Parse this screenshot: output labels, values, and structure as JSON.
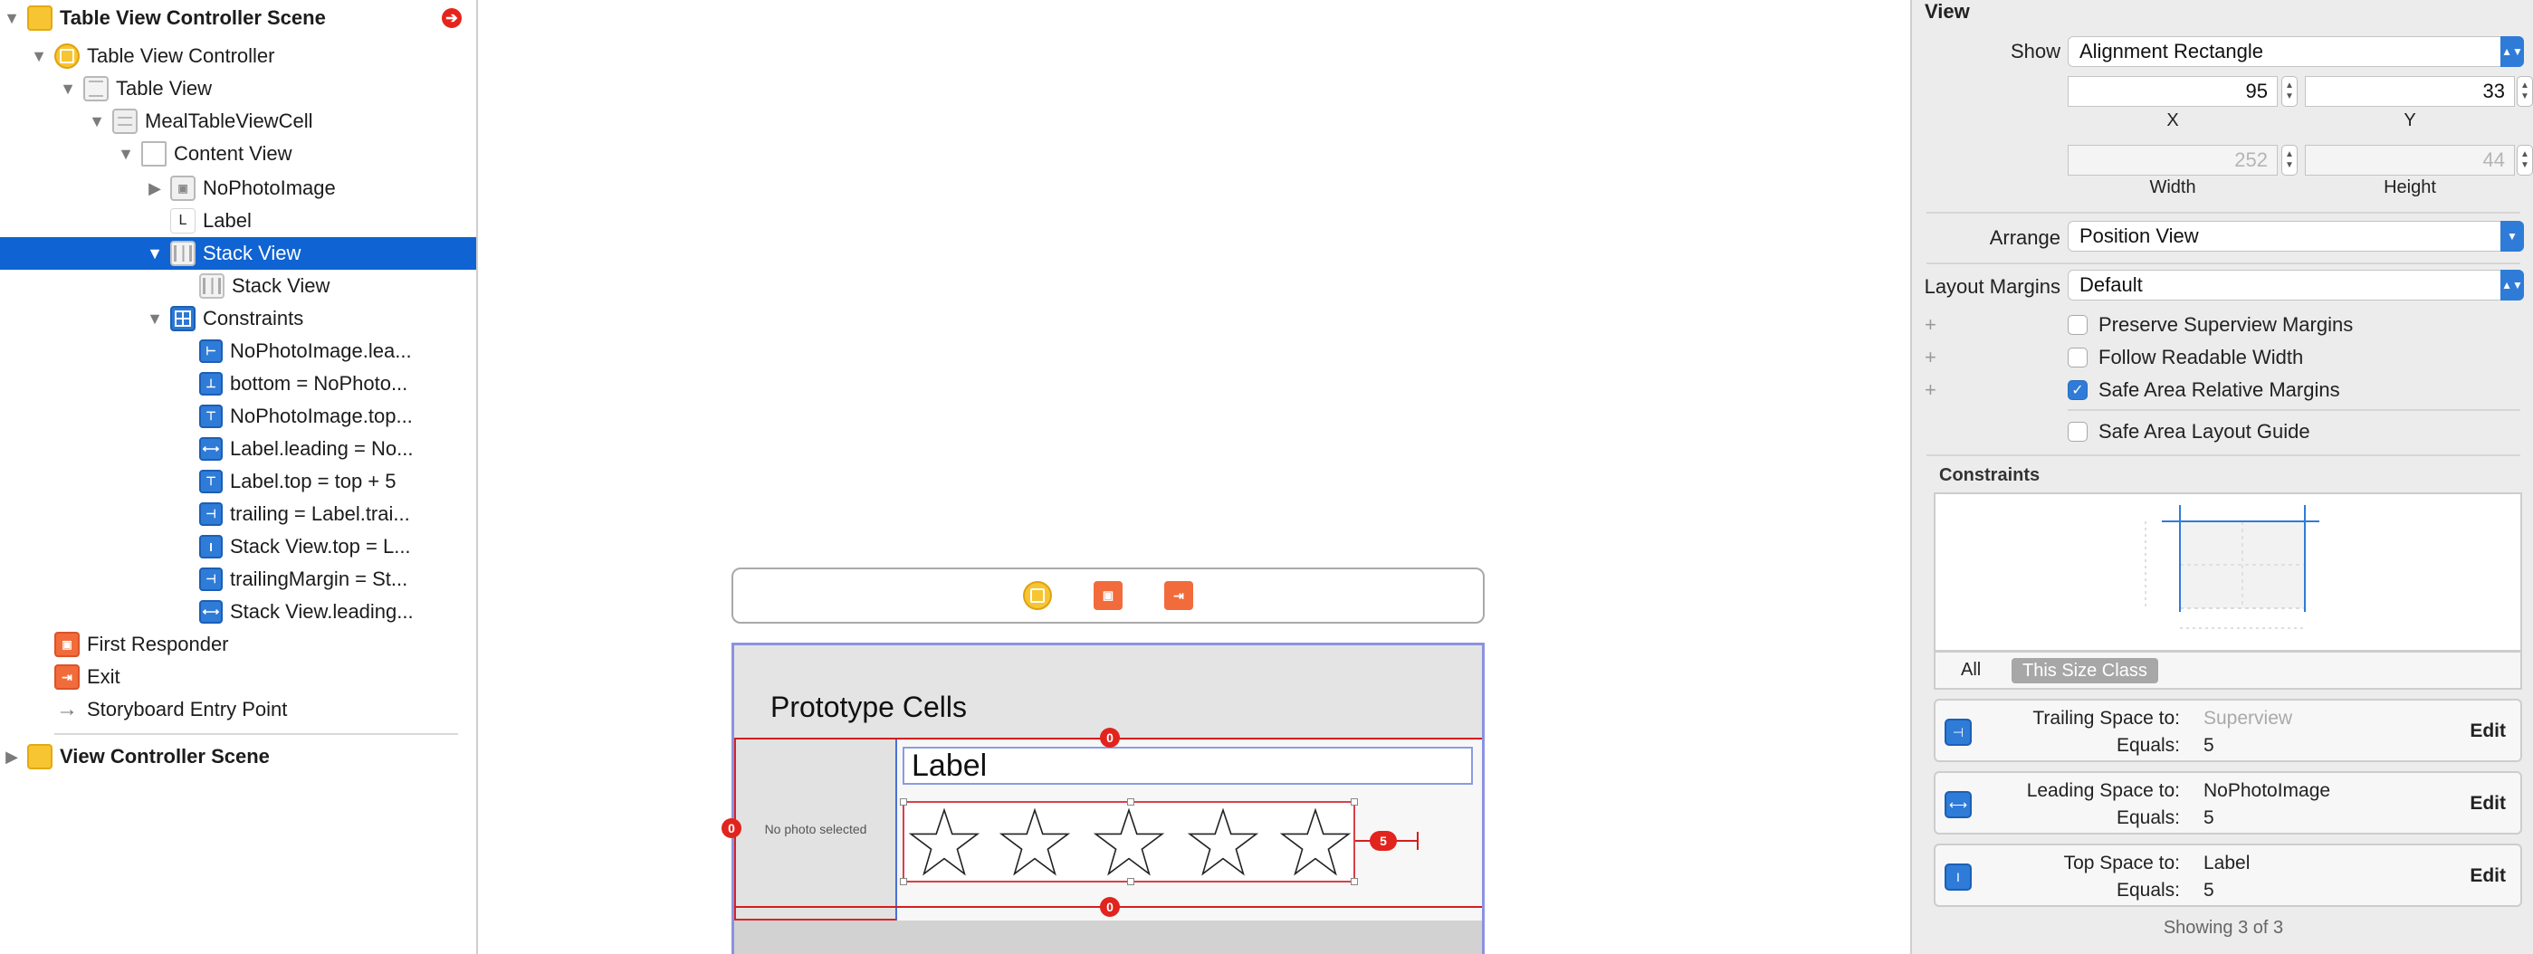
{
  "outline": {
    "rows": [
      {
        "label": "Table View Controller Scene",
        "expand": "▼",
        "icon": "scene-icon"
      },
      {
        "label": "Table View Controller",
        "expand": "▼",
        "icon": "view-controller-icon"
      },
      {
        "label": "Table View",
        "expand": "▼",
        "icon": "table-view-icon"
      },
      {
        "label": "MealTableViewCell",
        "expand": "▼",
        "icon": "table-cell-icon"
      },
      {
        "label": "Content View",
        "expand": "▼",
        "icon": "content-view-icon"
      },
      {
        "label": "NoPhotoImage",
        "expand": "▶",
        "icon": "image-view-icon"
      },
      {
        "label": "Label",
        "expand": "",
        "icon": "label-icon"
      },
      {
        "label": "Stack View",
        "expand": "▼",
        "icon": "stack-view-icon"
      },
      {
        "label": "Stack View",
        "expand": "",
        "icon": "stack-view-icon"
      },
      {
        "label": "Constraints",
        "expand": "▼",
        "icon": "constraints-icon"
      },
      {
        "label": "NoPhotoImage.lea...",
        "expand": "",
        "icon": "constraint-icon"
      },
      {
        "label": "bottom = NoPhoto...",
        "expand": "",
        "icon": "constraint-icon"
      },
      {
        "label": "NoPhotoImage.top...",
        "expand": "",
        "icon": "constraint-icon"
      },
      {
        "label": "Label.leading = No...",
        "expand": "",
        "icon": "constraint-icon"
      },
      {
        "label": "Label.top = top + 5",
        "expand": "",
        "icon": "constraint-icon"
      },
      {
        "label": "trailing = Label.trai...",
        "expand": "",
        "icon": "constraint-icon"
      },
      {
        "label": "Stack View.top = L...",
        "expand": "",
        "icon": "constraint-icon"
      },
      {
        "label": "trailingMargin = St...",
        "expand": "",
        "icon": "constraint-icon"
      },
      {
        "label": "Stack View.leading...",
        "expand": "",
        "icon": "constraint-icon"
      },
      {
        "label": "First Responder",
        "expand": "",
        "icon": "first-responder-icon"
      },
      {
        "label": "Exit",
        "expand": "",
        "icon": "exit-icon"
      },
      {
        "label": "Storyboard Entry Point",
        "expand": "",
        "icon": "arrow-right-icon"
      },
      {
        "label": "View Controller Scene",
        "expand": "▶",
        "icon": "scene-icon"
      }
    ],
    "warning_icon": "error-badge-icon"
  },
  "canvas": {
    "prototype_title": "Prototype Cells",
    "no_photo_text": "No photo selected",
    "cell_label": "Label",
    "star_count": 5,
    "badges": {
      "top": "0",
      "left": "0",
      "bottom": "0",
      "trailing": "5"
    }
  },
  "inspector": {
    "section_title": "View",
    "show_label": "Show",
    "show_value": "Alignment Rectangle",
    "x_value": "95",
    "y_value": "33",
    "x_caption": "X",
    "y_caption": "Y",
    "width_value": "252",
    "height_value": "44",
    "width_caption": "Width",
    "height_caption": "Height",
    "arrange_label": "Arrange",
    "arrange_value": "Position View",
    "margins_label": "Layout Margins",
    "margins_value": "Default",
    "checkboxes": [
      {
        "label": "Preserve Superview Margins",
        "checked": false
      },
      {
        "label": "Follow Readable Width",
        "checked": false
      },
      {
        "label": "Safe Area Relative Margins",
        "checked": true
      },
      {
        "label": "Safe Area Layout Guide",
        "checked": false
      }
    ],
    "constraints_title": "Constraints",
    "seg_all": "All",
    "seg_size_class": "This Size Class",
    "constraint_cards": [
      {
        "key1": "Trailing Space to:",
        "val1": "Superview",
        "key2": "Equals:",
        "val2": "5",
        "edit": "Edit",
        "icon": "trailing-constraint-icon"
      },
      {
        "key1": "Leading Space to:",
        "val1": "NoPhotoImage",
        "key2": "Equals:",
        "val2": "5",
        "edit": "Edit",
        "icon": "leading-constraint-icon"
      },
      {
        "key1": "Top Space to:",
        "val1": "Label",
        "key2": "Equals:",
        "val2": "5",
        "edit": "Edit",
        "icon": "top-constraint-icon"
      }
    ],
    "showing": "Showing 3 of 3"
  }
}
